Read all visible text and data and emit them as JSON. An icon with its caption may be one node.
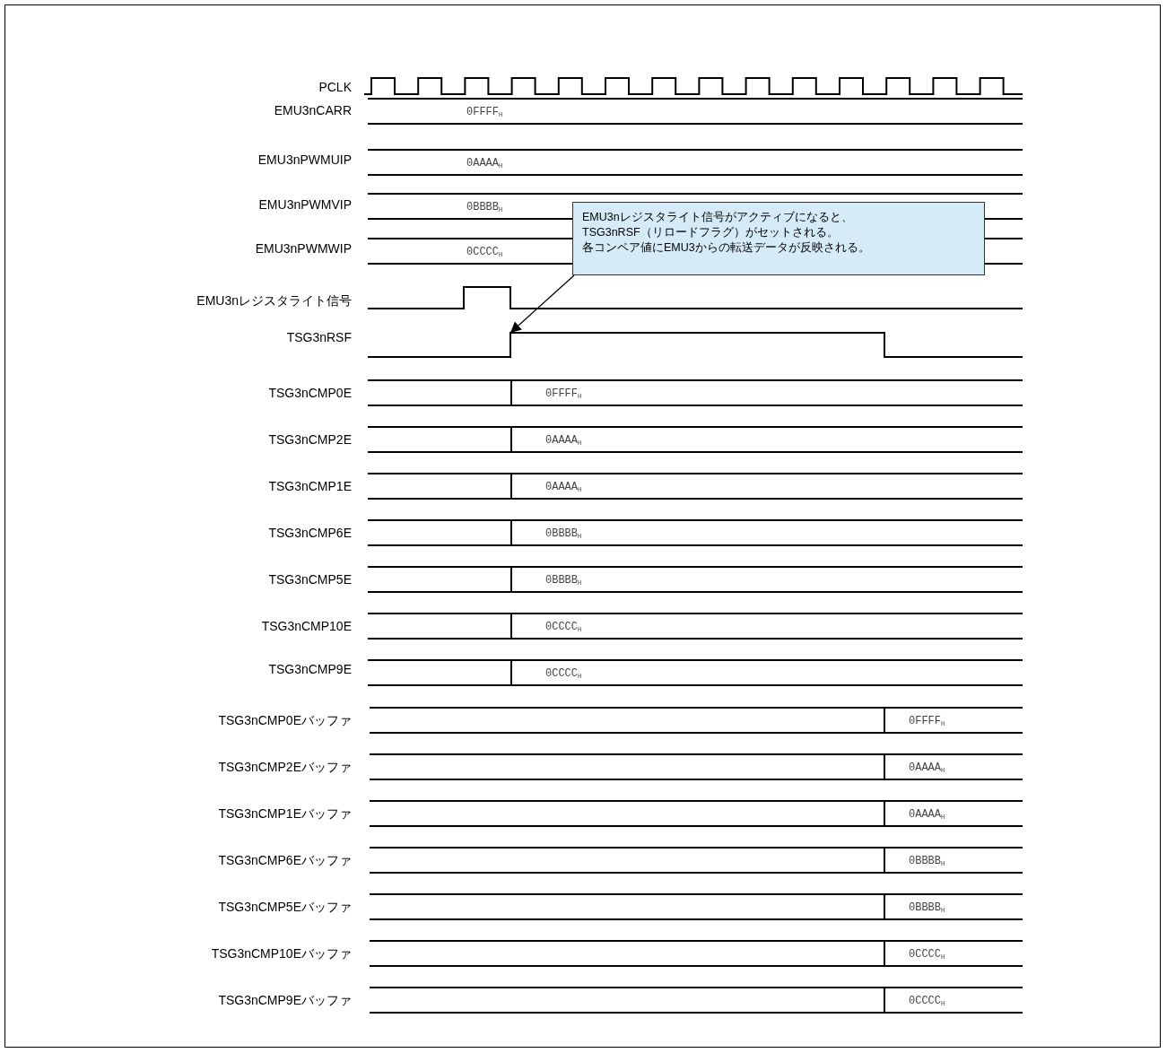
{
  "diagram": {
    "nodes": [
      {
        "text": [
          "EMU3nレジスタライト信号がアクティブになると、TSG3nRSF（リロードフラグ）がセットされる。",
          "各コンペア値にEMU3からの転送データが反映される。"
        ]
      },
      {
        "text": [],
        "shape": "line"
      }
    ],
    "edges": [
      {
        "from": 0,
        "to": 1,
        "arrow": "to"
      }
    ],
    "labels": [
      "PCLK",
      "EMU3nCARR",
      "0FFFF$_{H}$",
      "EMU3nPWMUIP",
      "0AAAA$_{H}$",
      "EMU3nPWMVIP",
      "0BBBB$_{H}$",
      "EMU3nPWMWIP",
      "0CCCC$_{H}$",
      "EMU3nレジスタライト信号",
      "TSG3nRSF",
      "TSG3nCMP0E",
      "0FFFF$_{H}$",
      "TSG3nCMP2E",
      "0AAAA$_{H}$",
      "TSG3nCMP1E",
      "0AAAA$_{H}$",
      "TSG3nCMP6E",
      "0BBBB$_{H}$",
      "TSG3nCMP5E",
      "0BBBB$_{H}$",
      "TSG3nCMP10E",
      "0CCCC$_{H}$",
      "TSG3nCMP9E",
      "0CCCC$_{H}$",
      "TSG3nCMP0Eバッファ",
      "0FFFF$_{H}$",
      "TSG3nCMP2Eバッファ",
      "0AAAA$_{H}$",
      "TSG3nCMP1Eバッファ",
      "0AAAA$_{H}$",
      "TSG3nCMP6Eバッファ",
      "0BBBB$_{H}$",
      "TSG3nCMP5Eバッファ",
      "0BBBB$_{H}$",
      "TSG3nCMP10Eバッファ",
      "0CCCC$_{H}$",
      "TSG3nCMP9Eバッファ",
      "0CCCC$_{H}$"
    ]
  }
}
